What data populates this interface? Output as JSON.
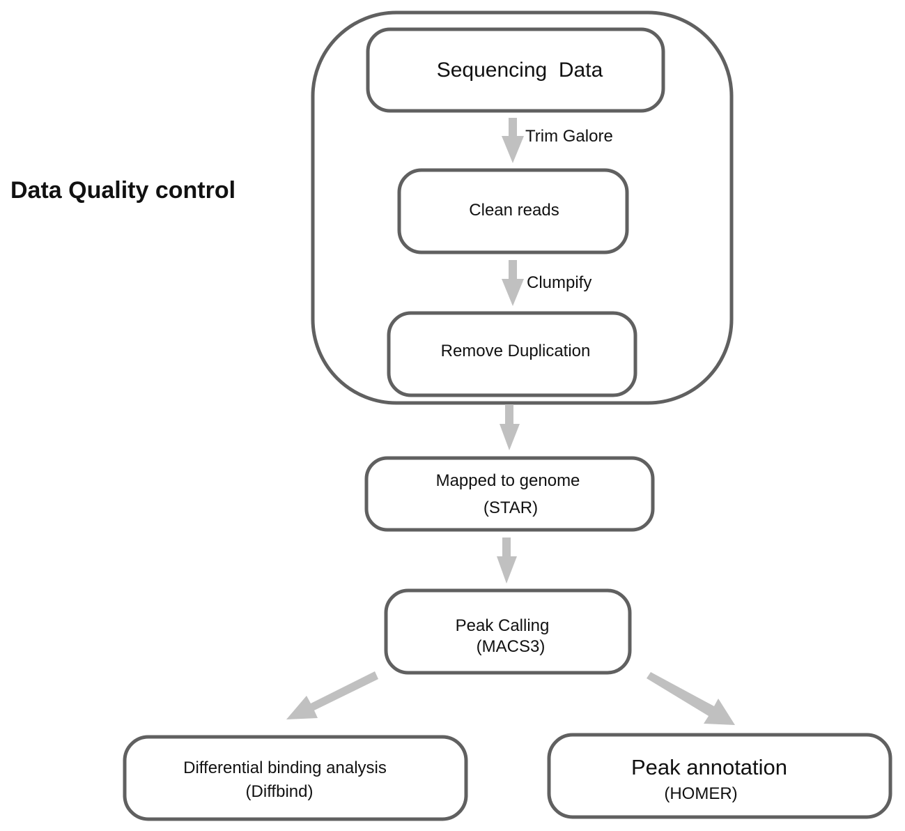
{
  "diagram": {
    "group_label": "Data Quality control",
    "nodes": {
      "sequencing": {
        "title": "Sequencing  Data"
      },
      "clean": {
        "title": "Clean reads"
      },
      "dedup": {
        "title": "Remove Duplication"
      },
      "mapped": {
        "title": "Mapped to genome",
        "tool": "(STAR)"
      },
      "peak_calling": {
        "title": "Peak Calling",
        "tool": "(MACS3)"
      },
      "diffbind": {
        "title": "Differential binding analysis",
        "tool": "(Diffbind)"
      },
      "annotation": {
        "title": "Peak annotation",
        "tool": "(HOMER)"
      }
    },
    "edges": [
      {
        "from": "sequencing",
        "to": "clean",
        "label": "Trim Galore"
      },
      {
        "from": "clean",
        "to": "dedup",
        "label": "Clumpify"
      },
      {
        "from": "dedup",
        "to": "mapped",
        "label": ""
      },
      {
        "from": "mapped",
        "to": "peak_calling",
        "label": ""
      },
      {
        "from": "peak_calling",
        "to": "diffbind",
        "label": ""
      },
      {
        "from": "peak_calling",
        "to": "annotation",
        "label": ""
      }
    ],
    "colors": {
      "box_stroke": "#606060",
      "arrow": "#c0c0c0",
      "text": "#111111"
    }
  }
}
